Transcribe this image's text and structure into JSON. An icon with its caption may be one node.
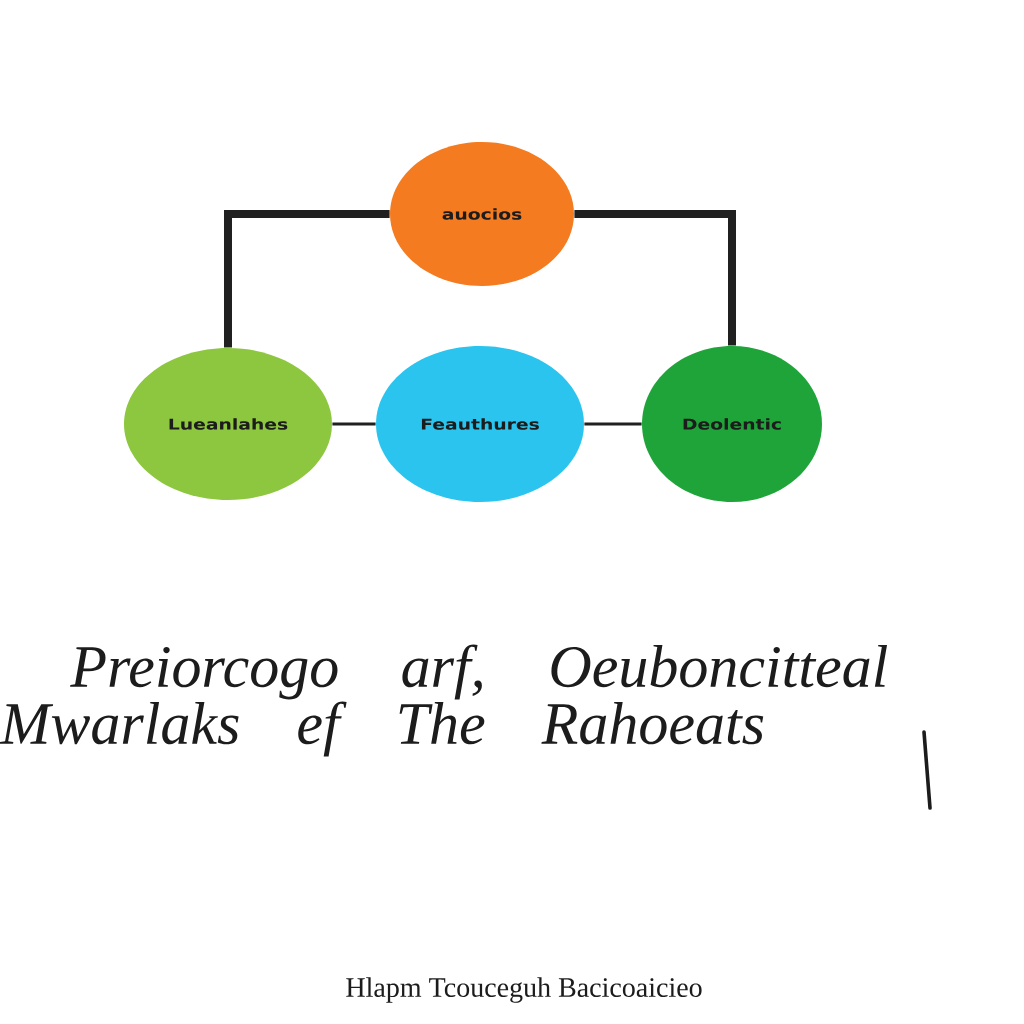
{
  "diagram": {
    "caption": "Preiorcogo arf, Oeuboncitteal Mwarlaks ef The Rahoeats",
    "nodes": [
      {
        "text": [
          "auocios"
        ]
      },
      {
        "text": [
          "Lueanlahes"
        ]
      },
      {
        "text": [
          "Feauthures"
        ]
      },
      {
        "text": [
          "Deolentic"
        ]
      }
    ],
    "edges": [
      {
        "from": 0,
        "to": 1,
        "arrow": "none",
        "style": "thick"
      },
      {
        "from": 0,
        "to": 3,
        "arrow": "none",
        "style": "thick"
      },
      {
        "from": 1,
        "to": 2,
        "arrow": "none"
      },
      {
        "from": 2,
        "to": 3,
        "arrow": "none"
      }
    ],
    "labels": [
      "Hlapm Tcouceguh Bacicoaicieo"
    ]
  }
}
